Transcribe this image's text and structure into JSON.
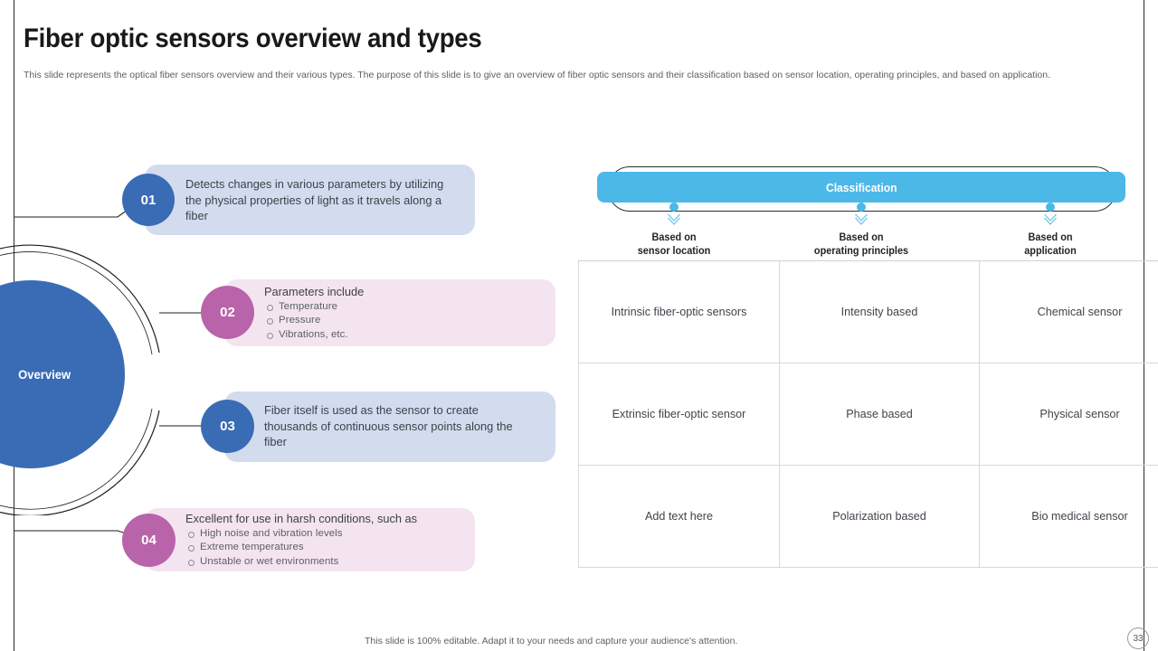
{
  "header": {
    "title": "Fiber optic sensors overview and types",
    "subtitle": "This slide represents the optical fiber sensors overview and their various types. The purpose of this slide is to give an overview of fiber optic sensors and their classification based on sensor location, operating principles, and based on application."
  },
  "overview": {
    "hub_label": "Overview",
    "steps": [
      {
        "number": "01",
        "color": "blue",
        "lead": "Detects changes in various parameters by utilizing the physical properties of light as it travels along a fiber",
        "bullets": []
      },
      {
        "number": "02",
        "color": "pink",
        "lead": "Parameters include",
        "bullets": [
          "Temperature",
          "Pressure",
          "Vibrations, etc."
        ]
      },
      {
        "number": "03",
        "color": "blue",
        "lead": "Fiber itself is used as the sensor to create thousands of continuous sensor points along the fiber",
        "bullets": []
      },
      {
        "number": "04",
        "color": "pink",
        "lead": "Excellent for use in harsh conditions, such as",
        "bullets": [
          "High noise and vibration levels",
          "Extreme temperatures",
          "Unstable or wet environments"
        ]
      }
    ]
  },
  "classification": {
    "banner_label": "Classification",
    "columns": [
      {
        "line1": "Based on",
        "line2": "sensor location"
      },
      {
        "line1": "Based on",
        "line2": "operating principles"
      },
      {
        "line1": "Based on",
        "line2": "application"
      }
    ],
    "rows": [
      [
        "Intrinsic fiber-optic sensors",
        "Intensity based",
        "Chemical sensor"
      ],
      [
        "Extrinsic fiber-optic sensor",
        "Phase based",
        "Physical sensor"
      ],
      [
        "Add text here",
        "Polarization based",
        "Bio medical sensor"
      ]
    ]
  },
  "footer": {
    "note": "This slide is 100% editable. Adapt it to your needs and capture your audience's attention.",
    "page_number": "33"
  },
  "colors": {
    "primary_blue": "#3a6cb5",
    "primary_pink": "#b963ab",
    "card_blue": "#d3dcee",
    "card_pink": "#f4e4f0",
    "banner_blue": "#4cb8e8"
  }
}
